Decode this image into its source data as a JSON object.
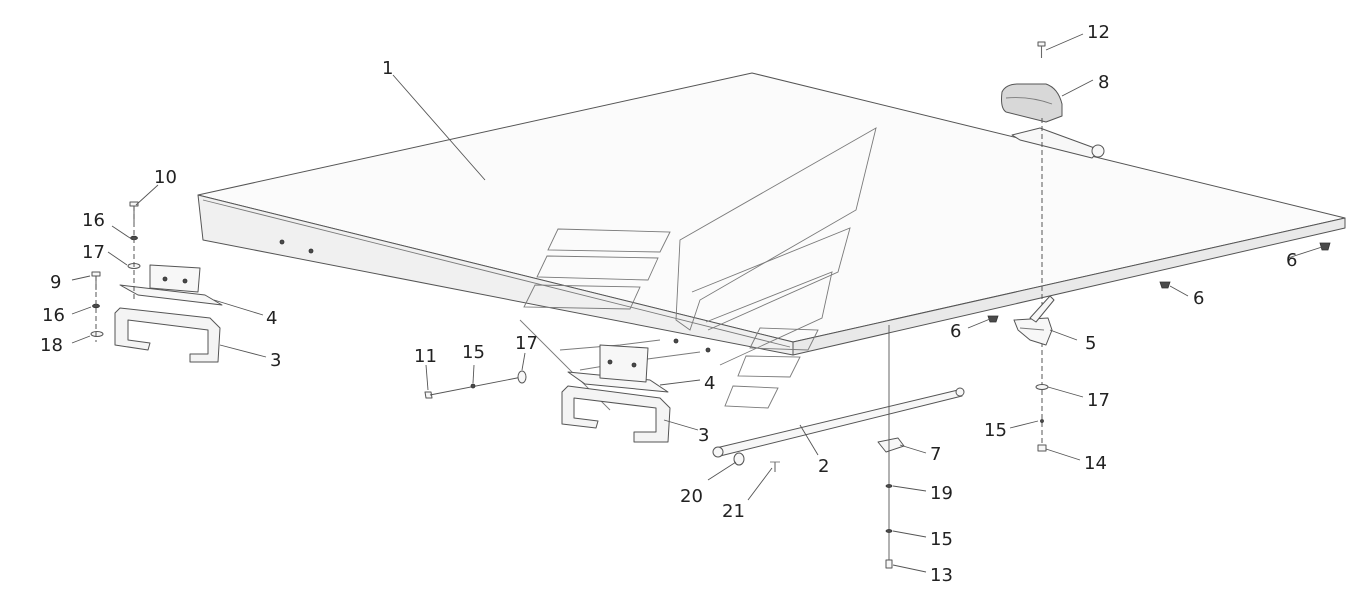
{
  "callouts": {
    "c1": "1",
    "c2": "2",
    "c3a": "3",
    "c3b": "3",
    "c4a": "4",
    "c4b": "4",
    "c5": "5",
    "c6a": "6",
    "c6b": "6",
    "c6c": "6",
    "c7": "7",
    "c8": "8",
    "c9": "9",
    "c10": "10",
    "c11": "11",
    "c12": "12",
    "c13": "13",
    "c14": "14",
    "c15a": "15",
    "c15b": "15",
    "c15c": "15",
    "c16a": "16",
    "c16b": "16",
    "c17a": "17",
    "c17b": "17",
    "c17c": "17",
    "c18": "18",
    "c19": "19",
    "c20": "20",
    "c21": "21"
  }
}
